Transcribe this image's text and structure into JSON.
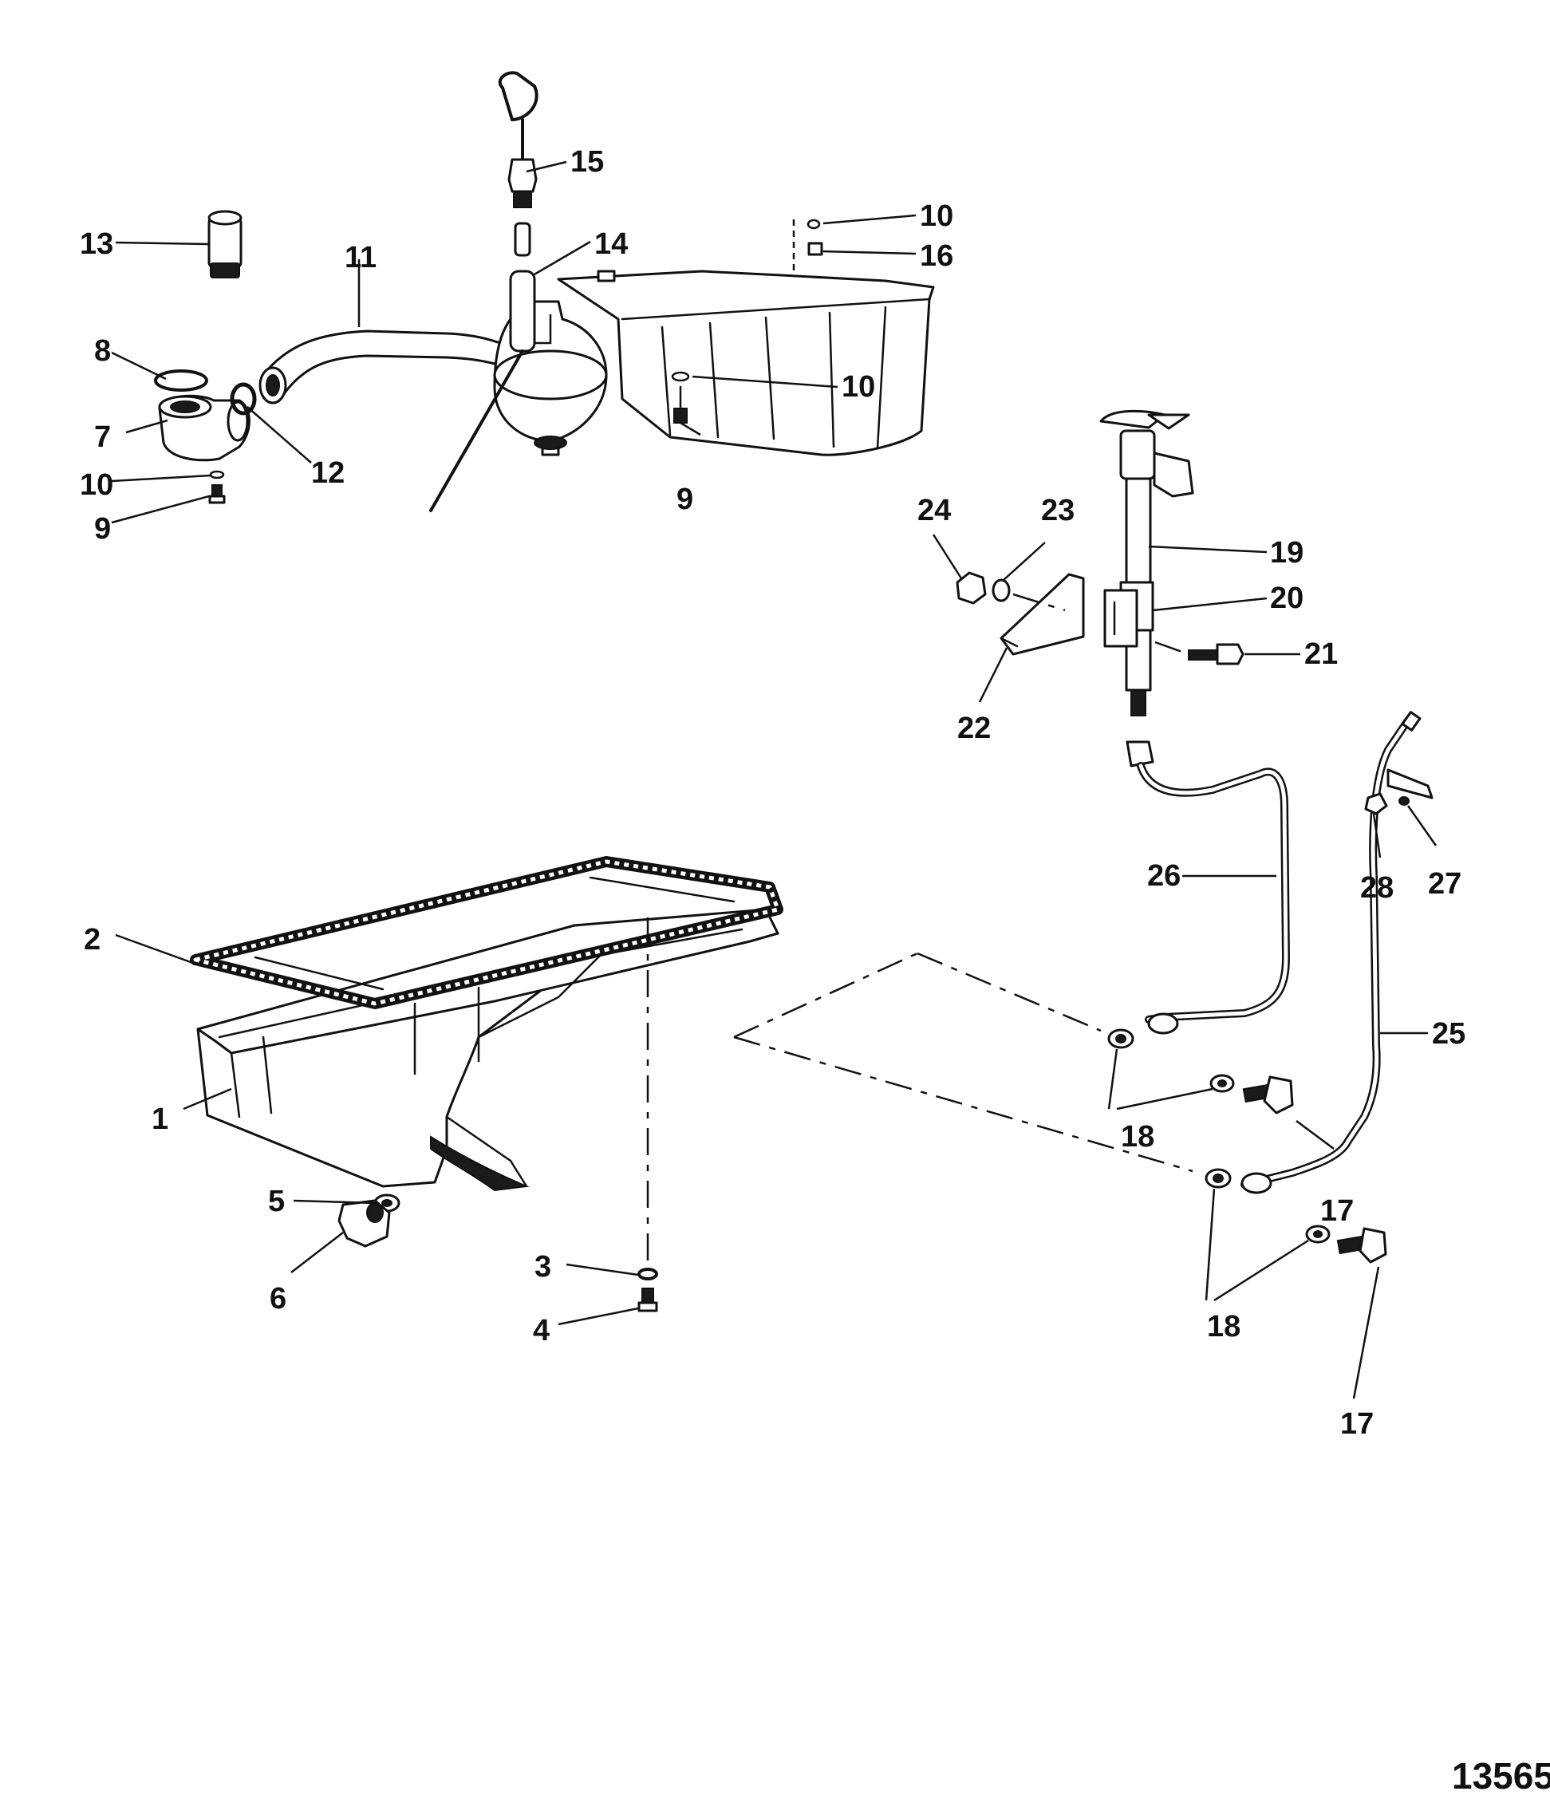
{
  "figure_number": "13565",
  "callouts": [
    {
      "id": "c1",
      "text": "1"
    },
    {
      "id": "c2",
      "text": "2"
    },
    {
      "id": "c3",
      "text": "3"
    },
    {
      "id": "c4",
      "text": "4"
    },
    {
      "id": "c5",
      "text": "5"
    },
    {
      "id": "c6",
      "text": "6"
    },
    {
      "id": "c7",
      "text": "7"
    },
    {
      "id": "c8",
      "text": "8"
    },
    {
      "id": "c9a",
      "text": "9"
    },
    {
      "id": "c9b",
      "text": "9"
    },
    {
      "id": "c10a",
      "text": "10"
    },
    {
      "id": "c10b",
      "text": "10"
    },
    {
      "id": "c10c",
      "text": "10"
    },
    {
      "id": "c11",
      "text": "11"
    },
    {
      "id": "c12",
      "text": "12"
    },
    {
      "id": "c13",
      "text": "13"
    },
    {
      "id": "c14",
      "text": "14"
    },
    {
      "id": "c15",
      "text": "15"
    },
    {
      "id": "c16",
      "text": "16"
    },
    {
      "id": "c17a",
      "text": "17"
    },
    {
      "id": "c17b",
      "text": "17"
    },
    {
      "id": "c18a",
      "text": "18"
    },
    {
      "id": "c18b",
      "text": "18"
    },
    {
      "id": "c19",
      "text": "19"
    },
    {
      "id": "c20",
      "text": "20"
    },
    {
      "id": "c21",
      "text": "21"
    },
    {
      "id": "c22",
      "text": "22"
    },
    {
      "id": "c23",
      "text": "23"
    },
    {
      "id": "c24",
      "text": "24"
    },
    {
      "id": "c25",
      "text": "25"
    },
    {
      "id": "c26",
      "text": "26"
    },
    {
      "id": "c27",
      "text": "27"
    },
    {
      "id": "c28",
      "text": "28"
    }
  ]
}
